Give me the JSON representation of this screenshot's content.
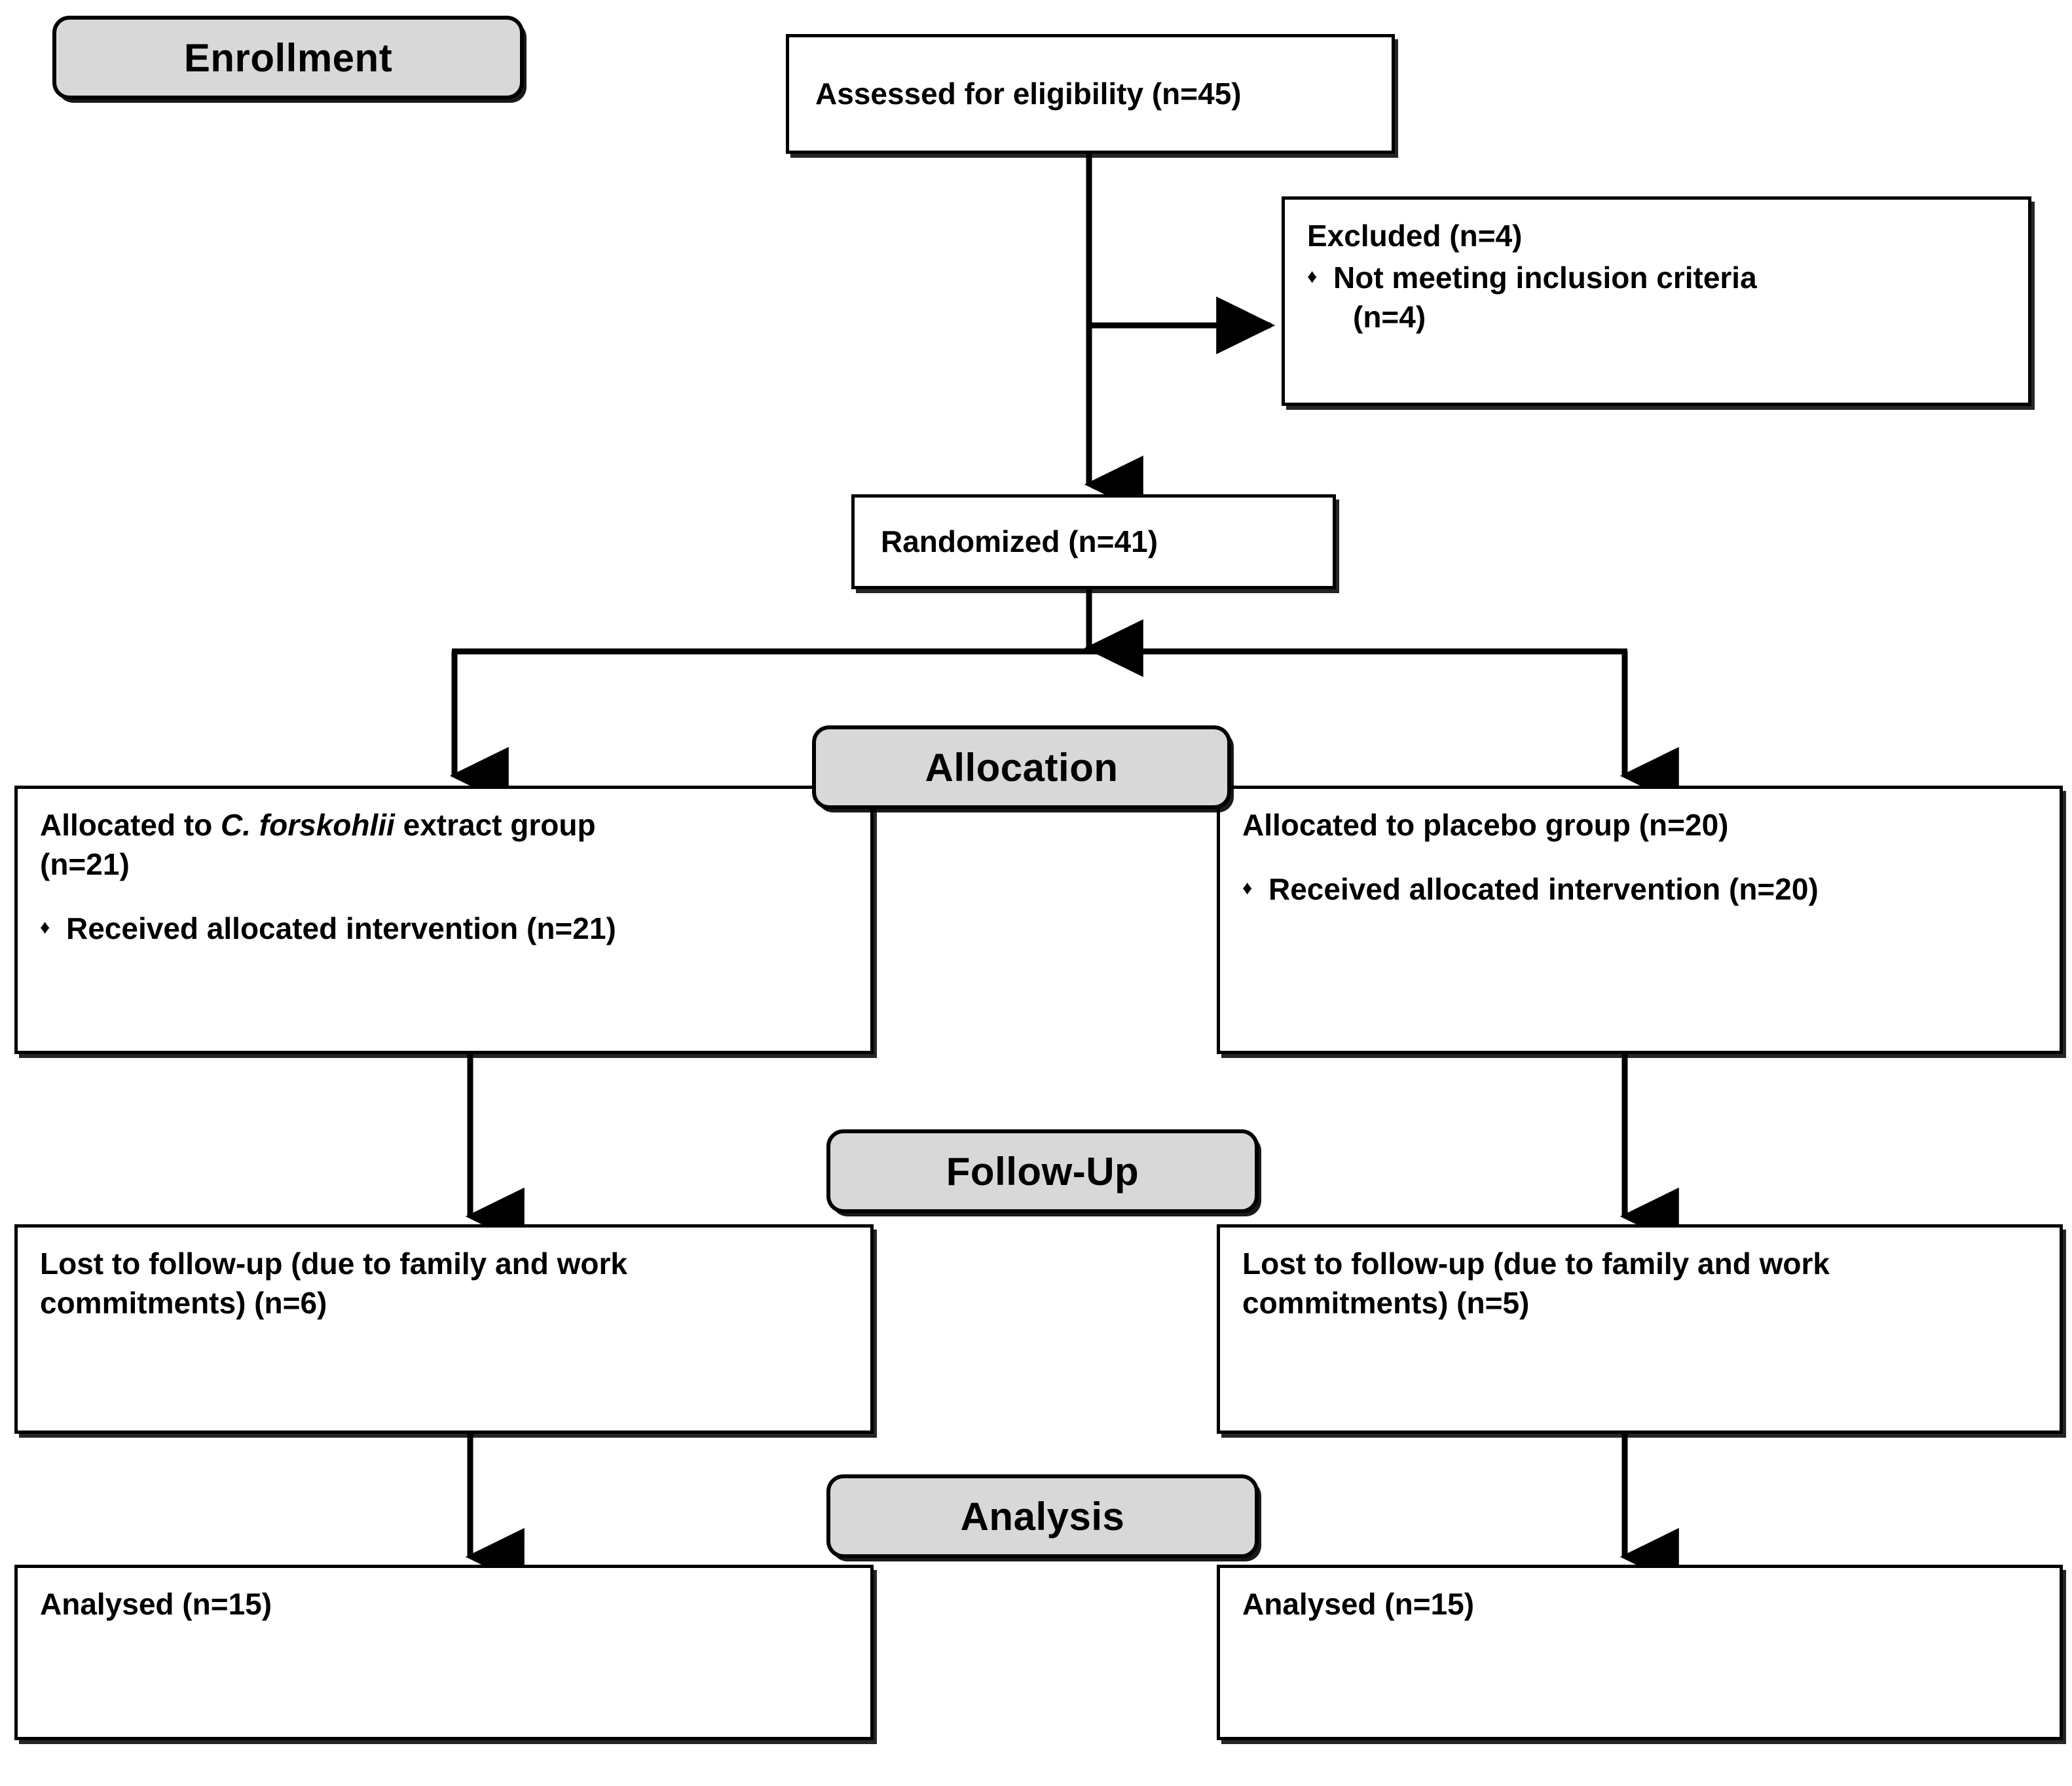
{
  "diagram": {
    "title": "CONSORT participant flow diagram",
    "colors": {
      "stage_band_fill": "#d8d8d8",
      "box_fill": "#ffffff",
      "stroke": "#000000"
    },
    "bullet_glyph": "♦",
    "stages": [
      {
        "id": "enrollment",
        "label": "Enrollment"
      },
      {
        "id": "allocation",
        "label": "Allocation"
      },
      {
        "id": "followup",
        "label": "Follow-Up"
      },
      {
        "id": "analysis",
        "label": "Analysis"
      }
    ],
    "nodes": {
      "assessed": {
        "label": "Assessed for eligibility (n=45)",
        "n": 45
      },
      "excluded": {
        "heading": "Excluded (n=4)",
        "n": 4,
        "reasons": [
          {
            "text": "Not meeting inclusion criteria",
            "count_text": "(n=4)",
            "n": 4
          }
        ]
      },
      "randomized": {
        "label": "Randomized (n=41)",
        "n": 41
      },
      "alloc_left": {
        "line1_pre": "Allocated to ",
        "line1_italic": "C. forskohlii",
        "line1_post": " extract group",
        "line2": "(n=21)",
        "n": 21,
        "bullets": [
          {
            "text": "Received allocated intervention (n=21)",
            "n": 21
          }
        ]
      },
      "alloc_right": {
        "line1": "Allocated to placebo group (n=20)",
        "n": 20,
        "bullets": [
          {
            "text": "Received allocated intervention (n=20)",
            "n": 20
          }
        ]
      },
      "followup_left": {
        "line1": "Lost to follow-up (due to family and work",
        "line2": "commitments) (n=6)",
        "n": 6
      },
      "followup_right": {
        "line1": "Lost to follow-up (due to family and work",
        "line2": "commitments) (n=5)",
        "n": 5
      },
      "analysis_left": {
        "label": "Analysed (n=15)",
        "n": 15
      },
      "analysis_right": {
        "label": "Analysed (n=15)",
        "n": 15
      }
    }
  }
}
